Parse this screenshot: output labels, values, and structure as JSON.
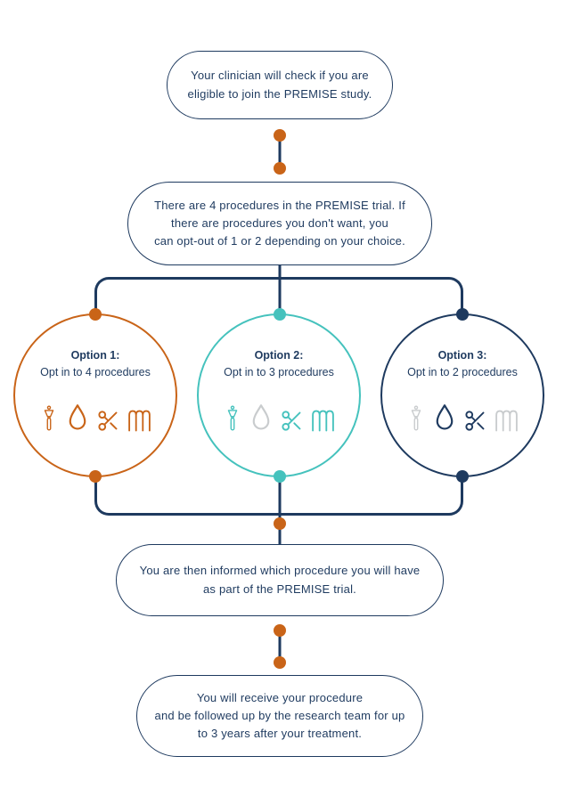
{
  "colors": {
    "navy": "#1e3a5f",
    "orange": "#c96418",
    "teal": "#45c2bd",
    "gray": "#c9ccce",
    "background": "#ffffff"
  },
  "steps": {
    "step1": {
      "lines": [
        "Your clinician will check if you are",
        "eligible to join the PREMISE study."
      ]
    },
    "step2": {
      "lines": [
        "There are 4 procedures in the PREMISE trial. If",
        "there are procedures you don't want, you",
        "can opt-out of 1 or 2 depending on your choice."
      ]
    },
    "step3": {
      "lines": [
        "You are then informed which procedure you will have",
        "as part of the PREMISE trial."
      ]
    },
    "step4": {
      "lines": [
        "You will receive your procedure",
        "and be followed up by the research team for up",
        "to 3 years after your treatment."
      ]
    }
  },
  "options": [
    {
      "title": "Option 1:",
      "subtitle": "Opt in to 4 procedures",
      "accent": "#c96418",
      "icons": [
        {
          "name": "otoscope-icon",
          "color": "#c96418"
        },
        {
          "name": "droplet-icon",
          "color": "#c96418"
        },
        {
          "name": "scissors-icon",
          "color": "#c96418"
        },
        {
          "name": "coil-icon",
          "color": "#c96418"
        }
      ]
    },
    {
      "title": "Option 2:",
      "subtitle": "Opt in to 3 procedures",
      "accent": "#45c2bd",
      "icons": [
        {
          "name": "otoscope-icon",
          "color": "#45c2bd"
        },
        {
          "name": "droplet-icon",
          "color": "#c9ccce"
        },
        {
          "name": "scissors-icon",
          "color": "#45c2bd"
        },
        {
          "name": "coil-icon",
          "color": "#45c2bd"
        }
      ]
    },
    {
      "title": "Option 3:",
      "subtitle": "Opt in to 2 procedures",
      "accent": "#1e3a5f",
      "icons": [
        {
          "name": "otoscope-icon",
          "color": "#c9ccce"
        },
        {
          "name": "droplet-icon",
          "color": "#1e3a5f"
        },
        {
          "name": "scissors-icon",
          "color": "#1e3a5f"
        },
        {
          "name": "coil-icon",
          "color": "#c9ccce"
        }
      ]
    }
  ]
}
